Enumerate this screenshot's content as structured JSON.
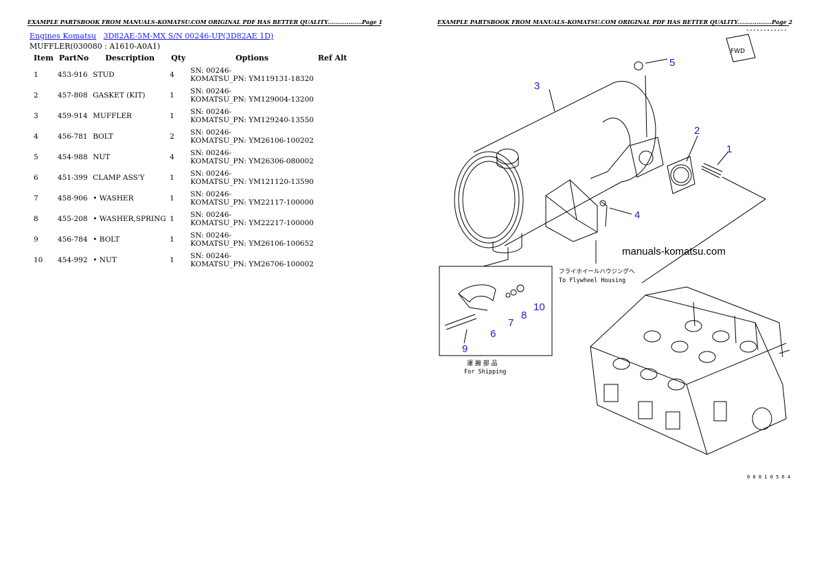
{
  "header": {
    "page1": "EXAMPLE PARTSBOOK FROM MANUALS-KOMATSU.COM ORIGINAL PDF HAS BETTER QUALITY..................Page 1",
    "page2": "EXAMPLE PARTSBOOK FROM MANUALS-KOMATSU.COM ORIGINAL PDF HAS BETTER QUALITY..................Page 2"
  },
  "breadcrumb": {
    "link1": "Engines Komatsu",
    "link2": "3D82AE-5M-MX S/N 00246-UP(3D82AE 1D)"
  },
  "section_title": "MUFFLER(030080 : A1610-A0A1)",
  "table": {
    "headers": [
      "Item",
      "PartNo",
      "Description",
      "Qty",
      "Options",
      "Ref Alt"
    ],
    "rows": [
      {
        "item": "1",
        "part": "453-916",
        "desc": "STUD",
        "qty": "4",
        "opt1": "SN: 00246-",
        "opt2": "KOMATSU_PN: YM119131-18320"
      },
      {
        "item": "2",
        "part": "457-808",
        "desc": "GASKET (KIT)",
        "qty": "1",
        "opt1": "SN: 00246-",
        "opt2": "KOMATSU_PN: YM129004-13200"
      },
      {
        "item": "3",
        "part": "459-914",
        "desc": "MUFFLER",
        "qty": "1",
        "opt1": "SN: 00246-",
        "opt2": "KOMATSU_PN: YM129240-13550"
      },
      {
        "item": "4",
        "part": "456-781",
        "desc": "BOLT",
        "qty": "2",
        "opt1": "SN: 00246-",
        "opt2": "KOMATSU_PN: YM26106-100202"
      },
      {
        "item": "5",
        "part": "454-988",
        "desc": "NUT",
        "qty": "4",
        "opt1": "SN: 00246-",
        "opt2": "KOMATSU_PN: YM26306-080002"
      },
      {
        "item": "6",
        "part": "451-399",
        "desc": "CLAMP ASS'Y",
        "qty": "1",
        "opt1": "SN: 00246-",
        "opt2": "KOMATSU_PN: YM121120-13590"
      },
      {
        "item": "7",
        "part": "458-906",
        "desc": "• WASHER",
        "qty": "1",
        "opt1": "SN: 00246-",
        "opt2": "KOMATSU_PN: YM22117-100000"
      },
      {
        "item": "8",
        "part": "455-208",
        "desc": "• WASHER,SPRING",
        "qty": "1",
        "opt1": "SN: 00246-",
        "opt2": "KOMATSU_PN: YM22217-100000"
      },
      {
        "item": "9",
        "part": "456-784",
        "desc": "• BOLT",
        "qty": "1",
        "opt1": "SN: 00246-",
        "opt2": "KOMATSU_PN: YM26106-100652"
      },
      {
        "item": "10",
        "part": "454-992",
        "desc": "• NUT",
        "qty": "1",
        "opt1": "SN: 00246-",
        "opt2": "KOMATSU_PN: YM26706-100002"
      }
    ]
  },
  "diagram": {
    "watermark": "manuals-komatsu.com",
    "flywheel_jp": "フライホイールハウジングへ",
    "flywheel_en": "To Flywheel Housing",
    "shipping_jp": "運 搬 部 品",
    "shipping_en": "For Shipping",
    "fwd_label": "FWD",
    "drawing_no": "0 0 8 1 0 5 6 4",
    "callouts": [
      "1",
      "2",
      "3",
      "4",
      "5",
      "6",
      "7",
      "8",
      "9",
      "10"
    ],
    "callout_color": "#1a1acc"
  }
}
